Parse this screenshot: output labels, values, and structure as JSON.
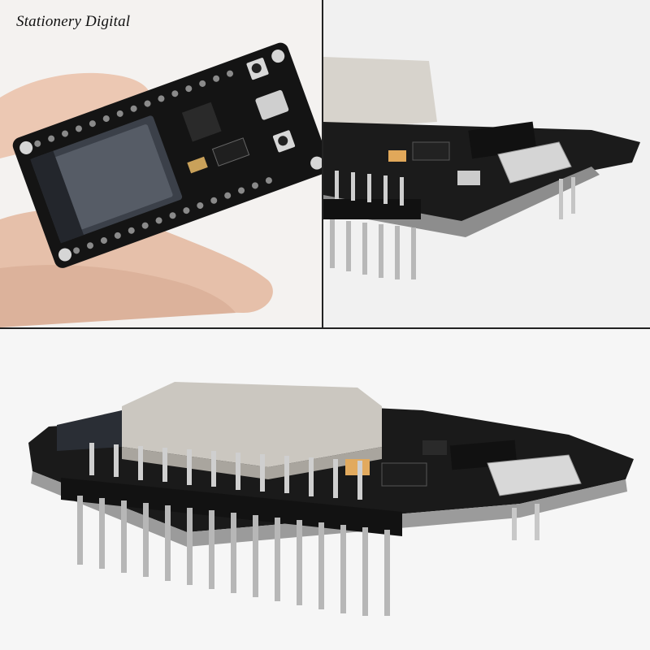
{
  "watermark": "Stationery Digital",
  "photo": {
    "top_left": "hand-holding-esp32-board",
    "top_right": "closeup-micro-usb-and-headers",
    "bottom": "esp32-board-side-view-with-pin-headers"
  },
  "colors": {
    "pcb": "#151515",
    "shield": "#c9c6c0",
    "module": "#3a3f48",
    "skin": "#e9c7b2",
    "pin": "#b9b9b9",
    "header": "#1a1a1a"
  }
}
